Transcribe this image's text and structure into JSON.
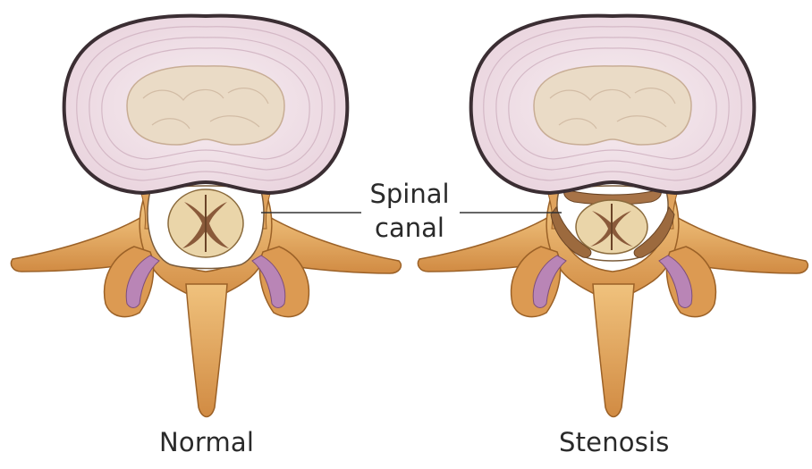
{
  "labels": {
    "callout_line1": "Spinal",
    "callout_line2": "canal",
    "normal": "Normal",
    "stenosis": "Stenosis"
  },
  "colors": {
    "disc_annulus": "#f1e3ea",
    "disc_outline": "#3b2e33",
    "nucleus": "#eadbc6",
    "bone": "#e3a85e",
    "bone_shadow": "#c07d36",
    "cord": "#e8d2a6",
    "grey_matter": "#8a5a3a",
    "facet_cartilage": "#b985b6",
    "callout_line": "#333333"
  }
}
